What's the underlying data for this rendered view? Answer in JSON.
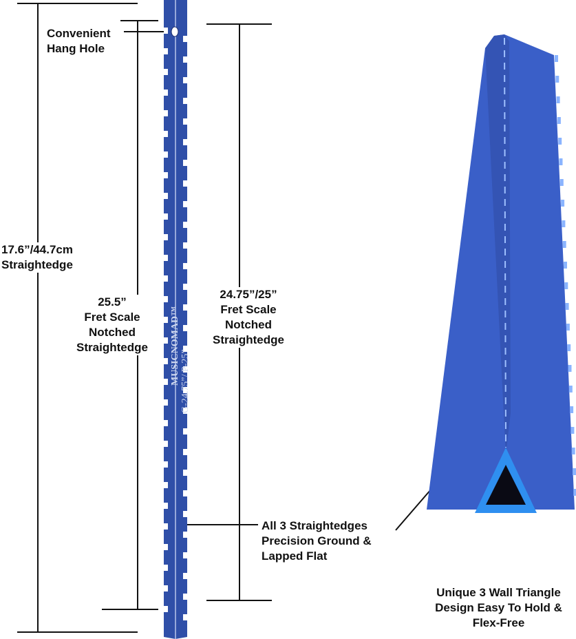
{
  "labels": {
    "hang_hole": [
      "Convenient",
      "Hang Hole"
    ],
    "overall_length": [
      "17.6”/44.7cm",
      "Straightedge"
    ],
    "scale_255": [
      "25.5”",
      "Fret Scale",
      "Notched",
      "Straightedge"
    ],
    "scale_2475": [
      "24.75”/25”",
      "Fret Scale",
      "Notched",
      "Straightedge"
    ],
    "precision": [
      "All 3 Straightedges",
      "Precision Ground &",
      "Lapped Flat"
    ],
    "triangle": [
      "Unique 3 Wall Triangle",
      "Design Easy To Hold &",
      "Flex-Free"
    ]
  },
  "ruler_print": {
    "brand": "MUSICNOMAD™",
    "scales": "G-24.75”/ P-25”"
  },
  "colors": {
    "ruler_blue": "#2f4fa8",
    "end_blue": "#2f8ff0"
  }
}
